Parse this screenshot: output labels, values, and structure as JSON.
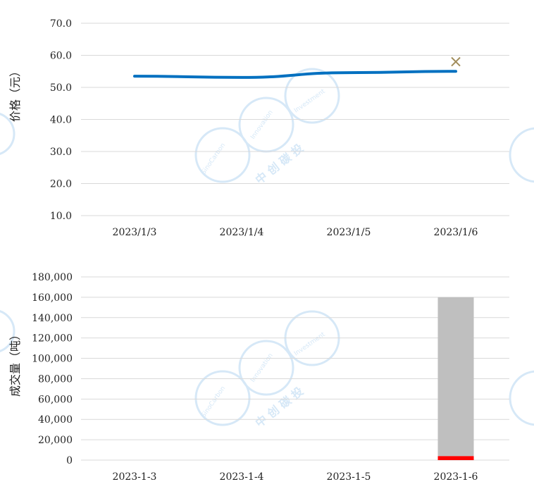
{
  "chart_data": [
    {
      "type": "line",
      "categories": [
        "2023/1/3",
        "2023/1/4",
        "2023/1/5",
        "2023/1/6"
      ],
      "series": [
        {
          "values": [
            53.5,
            53.1,
            54.6,
            55.0
          ],
          "color": "#0070c0"
        }
      ],
      "extra_marker": {
        "category": "2023/1/6",
        "value": 58.0,
        "symbol": "x",
        "color": "#a08c5a"
      },
      "ylabel": "价格（元）",
      "ylim": [
        10,
        70
      ],
      "yticks": [
        "10.0",
        "20.0",
        "30.0",
        "40.0",
        "50.0",
        "60.0",
        "70.0"
      ],
      "grid": true
    },
    {
      "type": "bar",
      "stacked": true,
      "categories": [
        "2023-1-3",
        "2023-1-4",
        "2023-1-5",
        "2023-1-6"
      ],
      "series": [
        {
          "values": [
            0,
            0,
            0,
            4000
          ],
          "color": "#ff0000"
        },
        {
          "values": [
            0,
            0,
            0,
            156000
          ],
          "color": "#bfbfbf"
        }
      ],
      "ylabel": "成交量（吨）",
      "ylim": [
        0,
        180000
      ],
      "yticks": [
        "0",
        "20,000",
        "40,000",
        "60,000",
        "80,000",
        "100,000",
        "120,000",
        "140,000",
        "160,000",
        "180,000"
      ],
      "grid": true
    }
  ],
  "watermark": {
    "latin1": "SinoCarbon",
    "latin2": "Innovation",
    "latin3": "Investment",
    "cn": "中 创 碳 投"
  }
}
